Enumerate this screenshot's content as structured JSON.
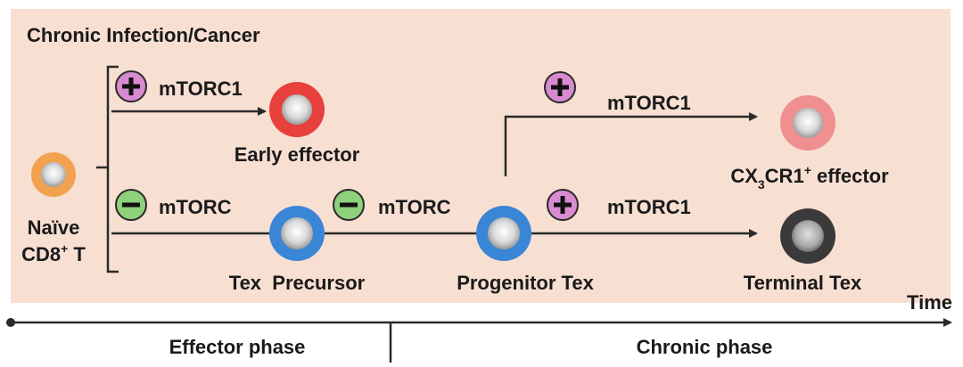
{
  "title": "Chronic Infection/Cancer",
  "naive_label": {
    "line1": "Naïve",
    "line2_main": "CD8",
    "line2_sup": "+",
    "line2_end": " T"
  },
  "signals": {
    "early_effector": {
      "sign": "+",
      "label": "mTORC1",
      "color": "#d98bd1"
    },
    "tex_precursor": {
      "sign": "−",
      "label": "mTORC",
      "color": "#8fd07a"
    },
    "progenitor": {
      "sign": "−",
      "label": "mTORC",
      "color": "#8fd07a"
    },
    "cx3cr1": {
      "sign": "+",
      "label": "mTORC1",
      "color": "#d98bd1"
    },
    "terminal": {
      "sign": "+",
      "label": "mTORC1",
      "color": "#d98bd1"
    }
  },
  "cells": {
    "naive": {
      "name": "Naïve CD8+ T",
      "color": "#f2a24e"
    },
    "early_effector": {
      "name": "Early effector",
      "color": "#e8403d"
    },
    "tex_precursor": {
      "name": "Tex  Precursor",
      "color": "#3a86d6"
    },
    "progenitor_tex": {
      "name": "Progenitor Tex",
      "color": "#3a86d6"
    },
    "cx3cr1_effector": {
      "name_pre": "CX",
      "name_sub": "3",
      "name_mid": "CR1",
      "name_sup": "+",
      "name_end": " effector",
      "color": "#f08f8f"
    },
    "terminal_tex": {
      "name": "Terminal Tex",
      "color": "#3a3a3a"
    }
  },
  "axis": {
    "label": "Time"
  },
  "phases": {
    "effector": "Effector phase",
    "chronic": "Chronic phase"
  },
  "colors": {
    "background": "#f7dfd2",
    "line": "#2a2a2a"
  }
}
